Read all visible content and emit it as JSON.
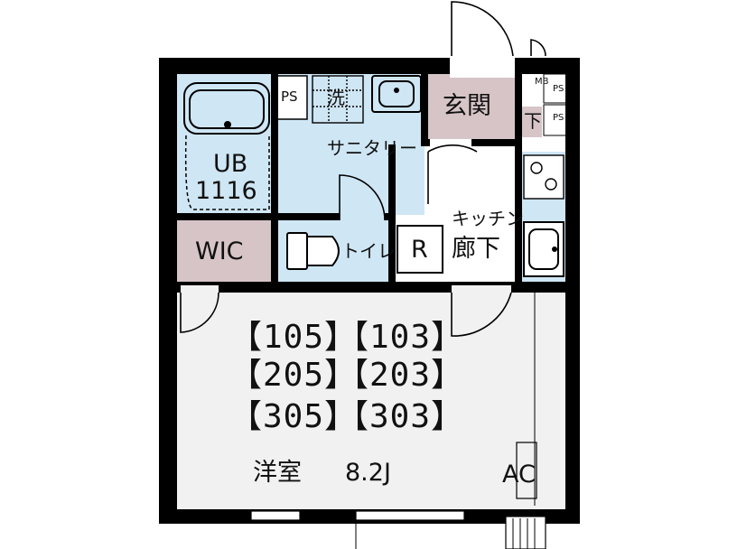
{
  "rooms": {
    "entrance": "玄関",
    "walk_in_closet": "WIC",
    "unit_bath": "UB",
    "unit_bath_size": "1116",
    "sanitary": "サニタリー",
    "washer": "洗",
    "toilet": "トイレ",
    "refrigerator": "R",
    "kitchen": "キッチン",
    "hallway": "廊下",
    "western_room": "洋室",
    "western_room_size": "8.2J",
    "air_conditioner": "AC",
    "shoebox": "下"
  },
  "pipe_spaces": {
    "main": "PS",
    "upper": "PS",
    "lower": "PS",
    "meter": "MB"
  },
  "unit_numbers": [
    [
      "【105】",
      "【103】"
    ],
    [
      "【205】",
      "【203】"
    ],
    [
      "【305】",
      "【303】"
    ]
  ],
  "colors": {
    "wall": "#000000",
    "wet_area": "#cfe6f4",
    "entrance": "#d6c4c6",
    "closet": "#d6c4c6",
    "floor": "#f1f1f1",
    "white": "#ffffff"
  }
}
